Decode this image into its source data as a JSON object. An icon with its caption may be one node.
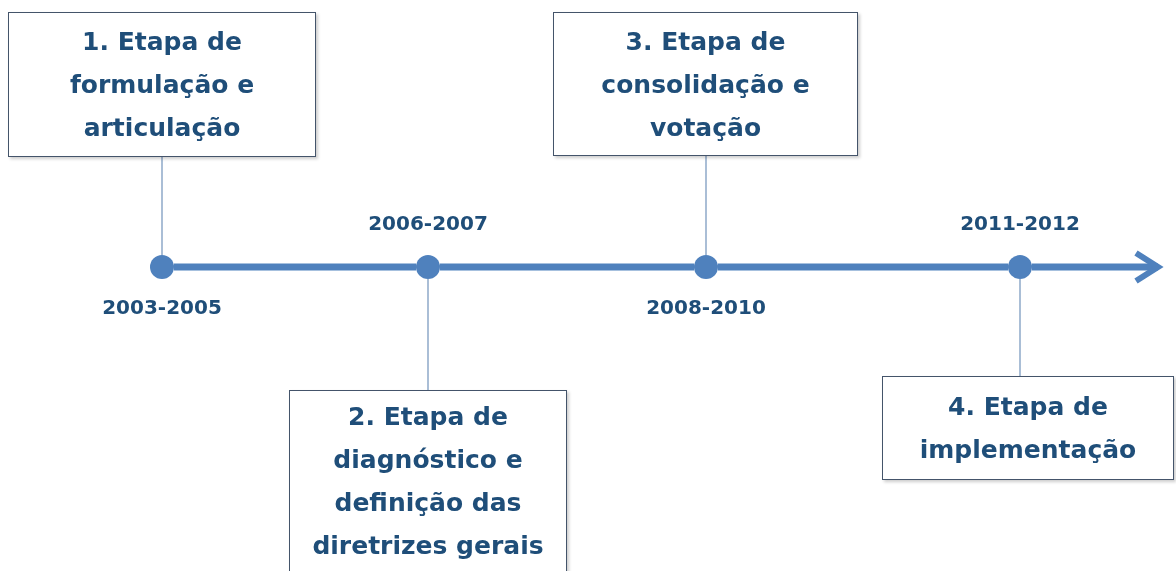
{
  "diagram": {
    "nodes": [
      {
        "text": [
          "1. Etapa de formulação  e articulação"
        ]
      },
      {
        "text": [],
        "shape": "circle",
        "beside": [
          "2003-2005"
        ]
      },
      {
        "text": [
          "2. Etapa de diagnóstico e definição das diretrizes gerais"
        ]
      },
      {
        "text": [],
        "shape": "circle",
        "beside": [
          "2006-2007"
        ]
      },
      {
        "text": [
          "3. Etapa de consolidação e votação"
        ]
      },
      {
        "text": [],
        "shape": "circle",
        "beside": [
          "2008-2010"
        ]
      },
      {
        "text": [
          "4. Etapa de implementação"
        ]
      },
      {
        "text": [],
        "shape": "circle",
        "beside": [
          "2011-2012"
        ]
      }
    ],
    "edges": [
      {
        "from": 0,
        "to": 1,
        "arrow": "none"
      },
      {
        "from": 2,
        "to": 3,
        "arrow": "none"
      },
      {
        "from": 4,
        "to": 5,
        "arrow": "none"
      },
      {
        "from": 6,
        "to": 7,
        "arrow": "none"
      },
      {
        "from": 1,
        "to": 3,
        "arrow": "none",
        "style": "thick"
      },
      {
        "from": 3,
        "to": 5,
        "arrow": "none",
        "style": "thick"
      },
      {
        "from": 5,
        "to": 7,
        "arrow": "none",
        "style": "thick"
      },
      {
        "from": 7,
        "to": null,
        "arrow": "to",
        "style": "thick"
      }
    ]
  }
}
